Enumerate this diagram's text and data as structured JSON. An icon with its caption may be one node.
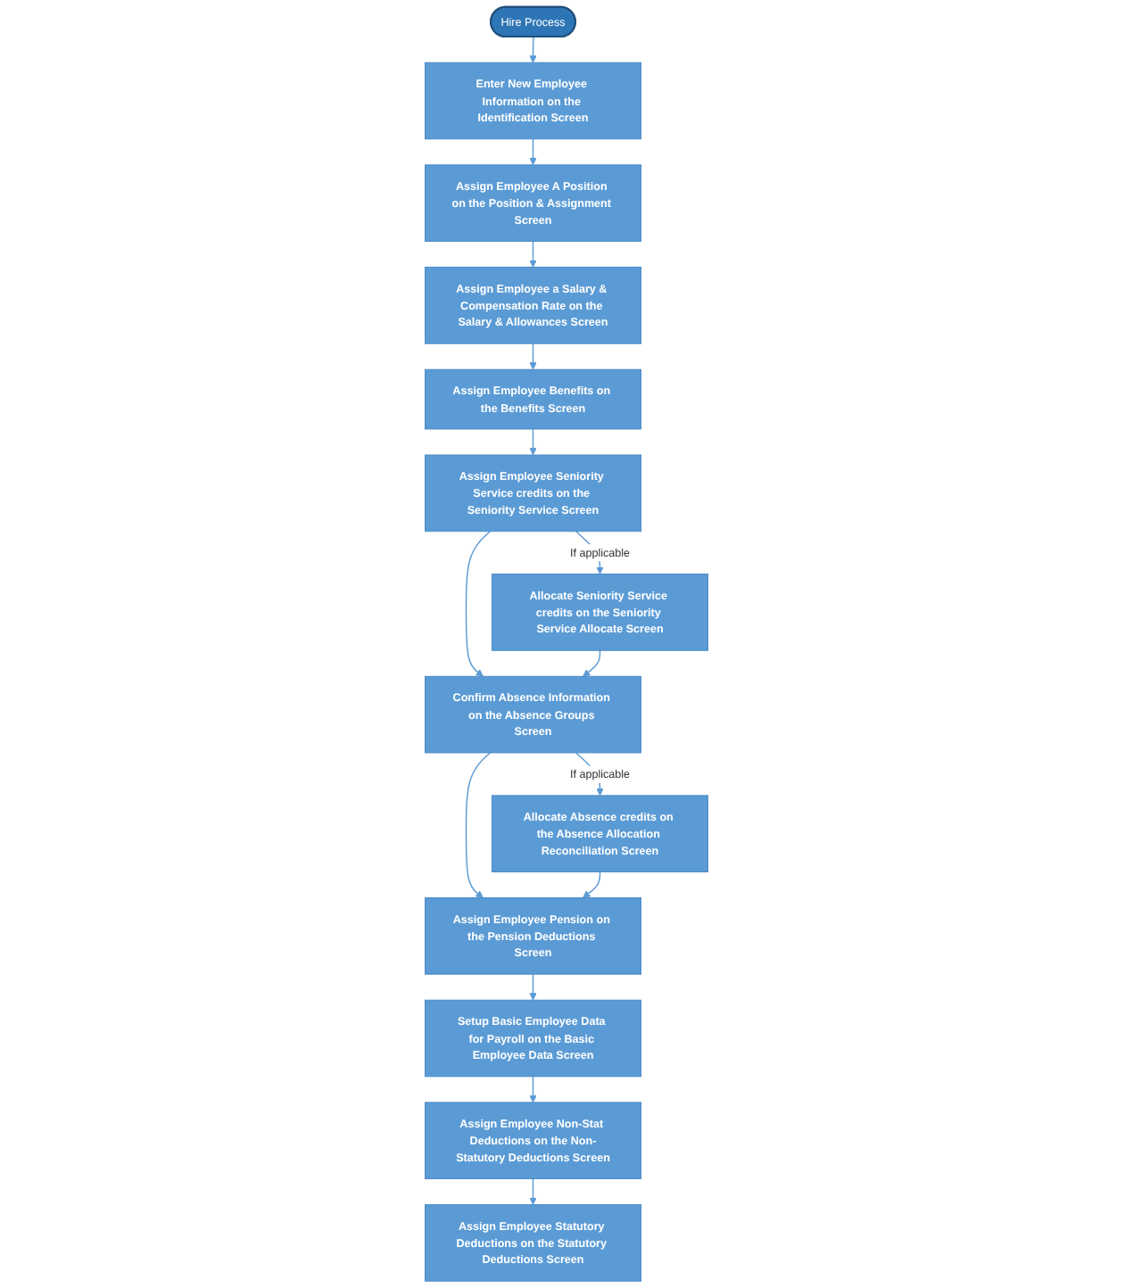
{
  "diagram": {
    "nodes": [
      {
        "text": [
          "Hire Process"
        ]
      },
      {
        "text": [
          "Enter New Employee Information on the Identification Screen"
        ]
      },
      {
        "text": [
          "Assign Employee A Position on the Position & Assignment Screen"
        ]
      },
      {
        "text": [
          "Assign Employee a Salary & Compensation Rate on the Salary & Allowances Screen"
        ]
      },
      {
        "text": [
          "Assign Employee Benefits on the Benefits Screen"
        ]
      },
      {
        "text": [
          "Assign Employee Seniority Service credits on the Seniority Service Screen"
        ]
      },
      {
        "text": [
          "Allocate Seniority Service credits on the Seniority Service Allocate Screen"
        ]
      },
      {
        "text": [
          "Confirm Absence Information on the Absence Groups Screen"
        ]
      },
      {
        "text": [
          "Allocate Absence credits on the Absence Allocation Reconciliation Screen"
        ]
      },
      {
        "text": [
          "Assign Employee Pension on the Pension Deductions Screen"
        ]
      },
      {
        "text": [
          "Setup Basic Employee Data for Payroll on the Basic Employee Data Screen"
        ]
      },
      {
        "text": [
          "Assign Employee Non-Stat Deductions on the Non-Statutory Deductions Screen"
        ]
      },
      {
        "text": [
          "Assign Employee Statutory Deductions on the Statutory Deductions Screen"
        ]
      }
    ],
    "edges": [
      {
        "from": 0,
        "to": 1,
        "arrow": "to"
      },
      {
        "from": 1,
        "to": 2,
        "arrow": "to"
      },
      {
        "from": 2,
        "to": 3,
        "arrow": "to"
      },
      {
        "from": 3,
        "to": 4,
        "arrow": "to"
      },
      {
        "from": 4,
        "to": 5,
        "arrow": "to"
      },
      {
        "from": 5,
        "to": 6,
        "arrow": "to",
        "label": "If applicable"
      },
      {
        "from": 5,
        "to": 7,
        "arrow": "to"
      },
      {
        "from": 6,
        "to": 7,
        "arrow": "to"
      },
      {
        "from": 7,
        "to": 8,
        "arrow": "to",
        "label": "If applicable"
      },
      {
        "from": 7,
        "to": 9,
        "arrow": "to"
      },
      {
        "from": 8,
        "to": 9,
        "arrow": "to"
      },
      {
        "from": 9,
        "to": 10,
        "arrow": "to"
      },
      {
        "from": 10,
        "to": 11,
        "arrow": "to"
      },
      {
        "from": 11,
        "to": 12,
        "arrow": "to"
      }
    ]
  }
}
